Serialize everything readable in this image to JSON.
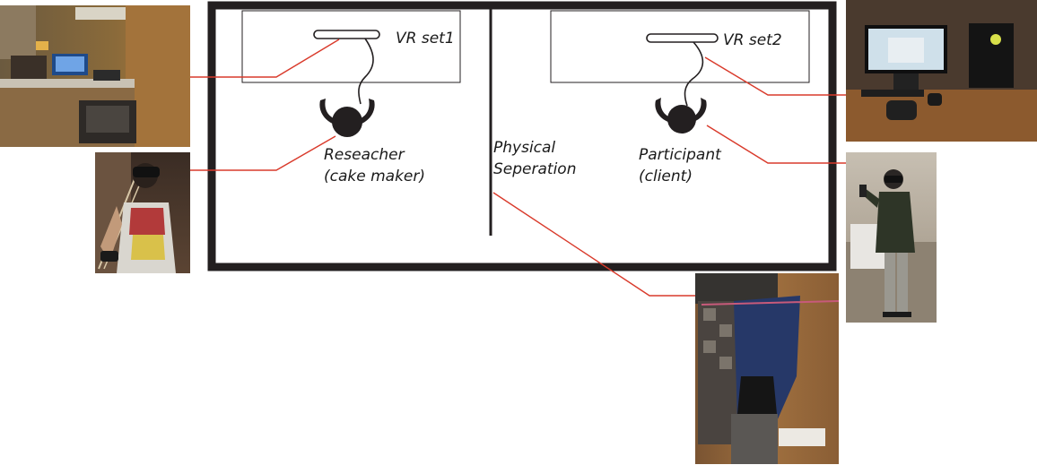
{
  "labels": {
    "vr_set1": "VR set1",
    "vr_set2": "VR set2",
    "researcher_line1": "Reseacher",
    "researcher_line2": "(cake maker)",
    "separation_line1": "Physical",
    "separation_line2": "Seperation",
    "participant_line1": "Participant",
    "participant_line2": "(client)"
  },
  "colors": {
    "wall": "#231f20",
    "leader_line": "#d93a2b"
  }
}
